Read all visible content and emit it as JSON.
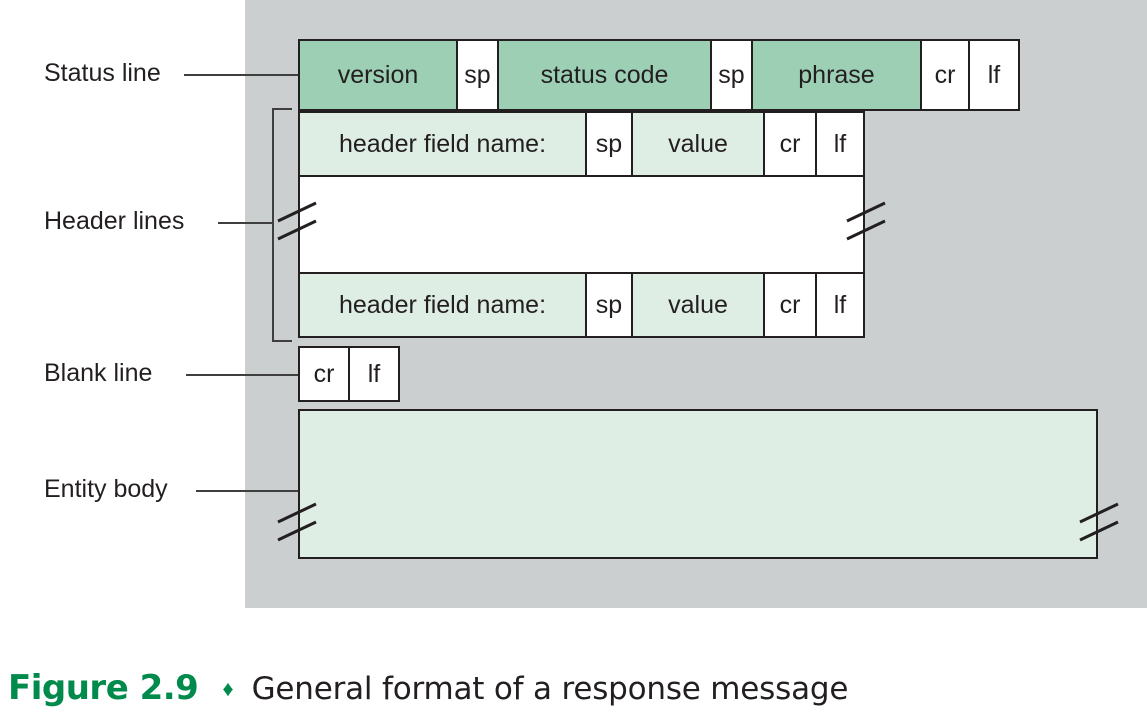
{
  "figure": {
    "caption_number": "Figure 2.9",
    "caption_separator": "♦",
    "caption_text": "General format of a response message",
    "accent_color": "#008a4b",
    "panel_color": "#cbcfd0",
    "fill_dark": "#9ccfb4",
    "fill_light": "#dfeee5",
    "stroke_color": "#231f20"
  },
  "labels": {
    "status_line": "Status line",
    "header_lines": "Header lines",
    "blank_line": "Blank line",
    "entity_body": "Entity body"
  },
  "status_line": {
    "cells": [
      {
        "text": "version",
        "fill": "dark"
      },
      {
        "text": "sp",
        "fill": "white"
      },
      {
        "text": "status code",
        "fill": "dark"
      },
      {
        "text": "sp",
        "fill": "white"
      },
      {
        "text": "phrase",
        "fill": "dark"
      },
      {
        "text": "cr",
        "fill": "white"
      },
      {
        "text": "lf",
        "fill": "white"
      }
    ]
  },
  "header_line_first": {
    "cells": [
      {
        "text": "header field name:",
        "fill": "light"
      },
      {
        "text": "sp",
        "fill": "white"
      },
      {
        "text": "value",
        "fill": "light"
      },
      {
        "text": "cr",
        "fill": "white"
      },
      {
        "text": "lf",
        "fill": "white"
      }
    ]
  },
  "header_lines_gap": {
    "text": "",
    "fill": "white",
    "break_marks": [
      "left",
      "right"
    ]
  },
  "header_line_last": {
    "cells": [
      {
        "text": "header field name:",
        "fill": "light"
      },
      {
        "text": "sp",
        "fill": "white"
      },
      {
        "text": "value",
        "fill": "light"
      },
      {
        "text": "cr",
        "fill": "white"
      },
      {
        "text": "lf",
        "fill": "white"
      }
    ]
  },
  "blank_line": {
    "cells": [
      {
        "text": "cr",
        "fill": "white"
      },
      {
        "text": "lf",
        "fill": "white"
      }
    ]
  },
  "entity_body": {
    "text": "",
    "fill": "light",
    "break_marks": [
      "left",
      "right"
    ]
  }
}
